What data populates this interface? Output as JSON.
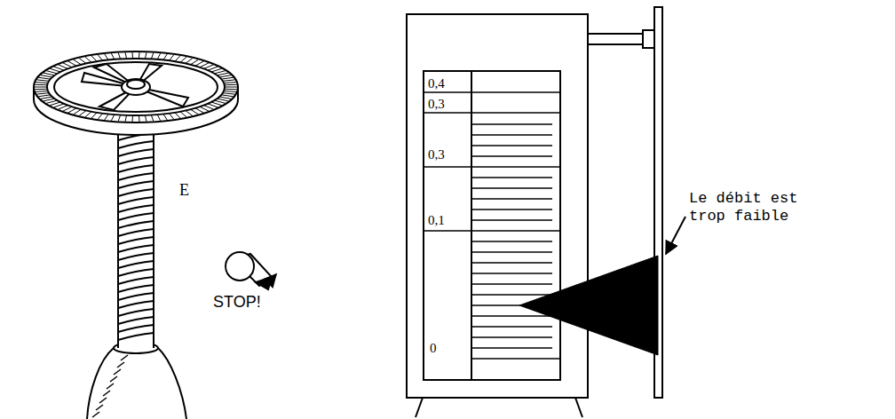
{
  "diagram": {
    "labels": [
      "E",
      "STOP!",
      "0,4",
      "0,3",
      "0,3",
      "0,1",
      "0",
      "Le débit est trop faible"
    ]
  }
}
